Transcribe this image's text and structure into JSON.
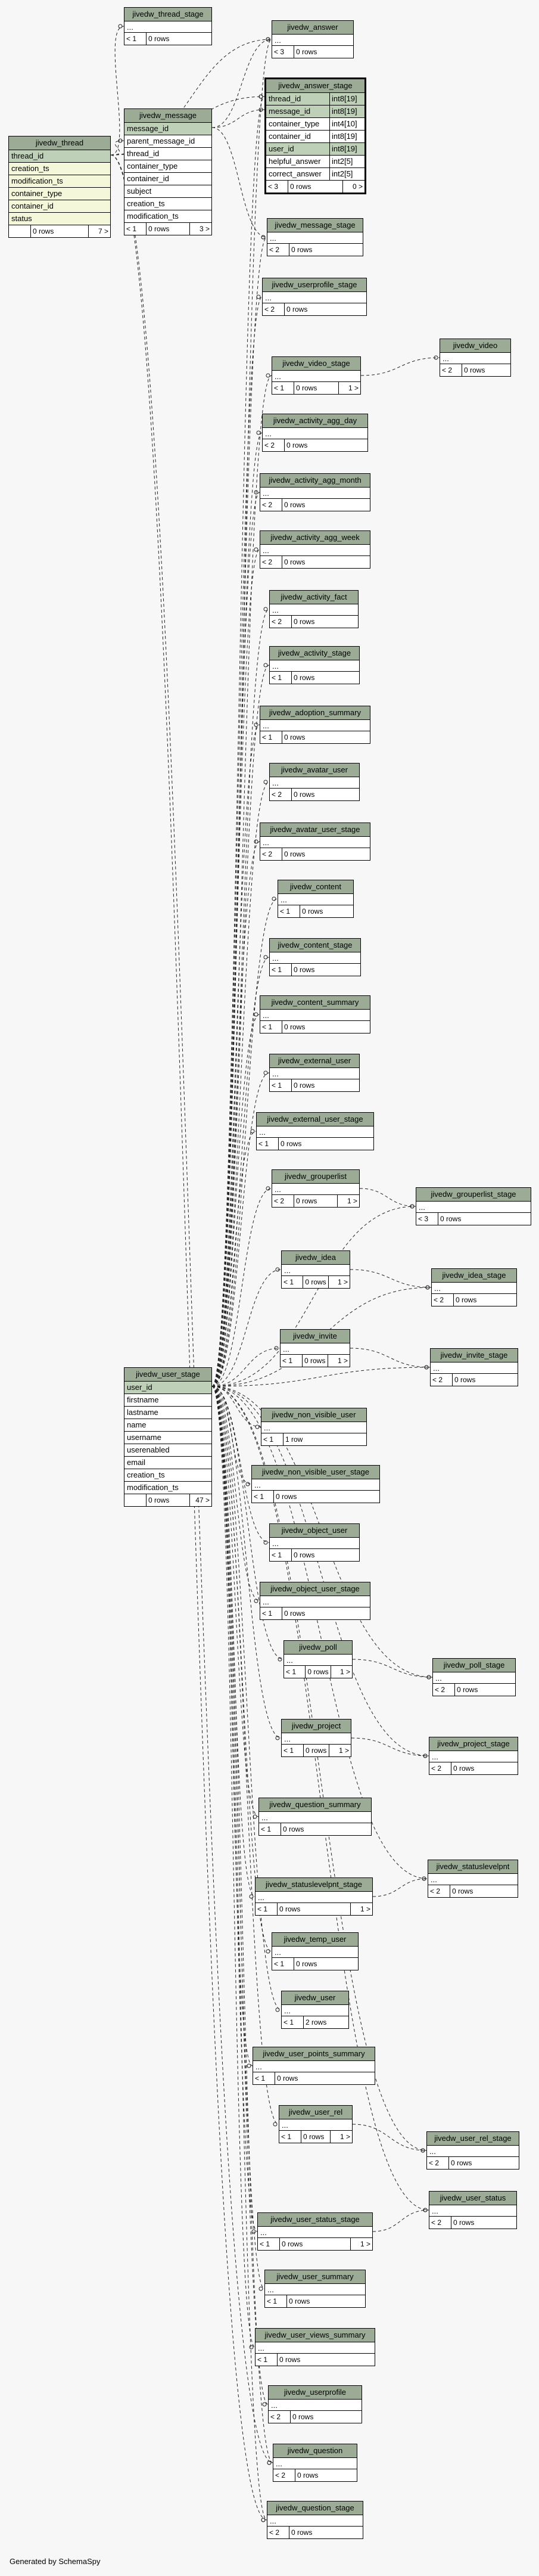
{
  "footer": "Generated by SchemaSpy",
  "tables": [
    {
      "id": "jivedw_thread",
      "title": "jivedw_thread",
      "rows": [
        {
          "name": "thread_id",
          "kind": "key"
        },
        {
          "name": "creation_ts",
          "kind": "fk"
        },
        {
          "name": "modification_ts",
          "kind": "fk"
        },
        {
          "name": "container_type",
          "kind": "fk"
        },
        {
          "name": "container_id",
          "kind": "fk"
        },
        {
          "name": "status",
          "kind": "fk"
        }
      ],
      "footer": [
        "",
        "0 rows",
        "7 >"
      ]
    },
    {
      "id": "jivedw_thread_stage",
      "title": "jivedw_thread_stage",
      "rows": [
        {
          "name": "...",
          "kind": "empty"
        }
      ],
      "footer": [
        "< 1",
        "0 rows",
        ""
      ]
    },
    {
      "id": "jivedw_message",
      "title": "jivedw_message",
      "rows": [
        {
          "name": "message_id",
          "kind": "key"
        },
        {
          "name": "parent_message_id",
          "kind": "attr"
        },
        {
          "name": "thread_id",
          "kind": "attr"
        },
        {
          "name": "container_type",
          "kind": "attr"
        },
        {
          "name": "container_id",
          "kind": "attr"
        },
        {
          "name": "subject",
          "kind": "attr"
        },
        {
          "name": "creation_ts",
          "kind": "attr"
        },
        {
          "name": "modification_ts",
          "kind": "attr"
        }
      ],
      "footer": [
        "< 1",
        "0 rows",
        "3 >"
      ]
    },
    {
      "id": "jivedw_answer",
      "title": "jivedw_answer",
      "rows": [
        {
          "name": "...",
          "kind": "empty"
        }
      ],
      "footer": [
        "< 3",
        "0 rows",
        ""
      ]
    },
    {
      "id": "jivedw_answer_stage",
      "title": "jivedw_answer_stage",
      "focus": true,
      "rows": [
        {
          "name": "thread_id",
          "kind": "key",
          "type": "int8[19]"
        },
        {
          "name": "message_id",
          "kind": "key",
          "type": "int8[19]"
        },
        {
          "name": "container_type",
          "kind": "attr",
          "type": "int4[10]"
        },
        {
          "name": "container_id",
          "kind": "attr",
          "type": "int8[19]"
        },
        {
          "name": "user_id",
          "kind": "key",
          "type": "int8[19]"
        },
        {
          "name": "helpful_answer",
          "kind": "attr",
          "type": "int2[5]"
        },
        {
          "name": "correct_answer",
          "kind": "attr",
          "type": "int2[5]"
        }
      ],
      "footer": [
        "< 3",
        "0 rows",
        "0 >"
      ]
    },
    {
      "id": "jivedw_message_stage",
      "title": "jivedw_message_stage",
      "rows": [
        {
          "name": "...",
          "kind": "empty"
        }
      ],
      "footer": [
        "< 2",
        "0 rows",
        ""
      ]
    },
    {
      "id": "jivedw_userprofile_stage",
      "title": "jivedw_userprofile_stage",
      "rows": [
        {
          "name": "...",
          "kind": "empty"
        }
      ],
      "footer": [
        "< 2",
        "0 rows",
        ""
      ]
    },
    {
      "id": "jivedw_video_stage",
      "title": "jivedw_video_stage",
      "rows": [
        {
          "name": "...",
          "kind": "empty"
        }
      ],
      "footer": [
        "< 1",
        "0 rows",
        "1 >"
      ]
    },
    {
      "id": "jivedw_video",
      "title": "jivedw_video",
      "rows": [
        {
          "name": "...",
          "kind": "empty"
        }
      ],
      "footer": [
        "< 2",
        "0 rows",
        ""
      ]
    },
    {
      "id": "jivedw_activity_agg_day",
      "title": "jivedw_activity_agg_day",
      "rows": [
        {
          "name": "...",
          "kind": "empty"
        }
      ],
      "footer": [
        "< 2",
        "0 rows",
        ""
      ]
    },
    {
      "id": "jivedw_activity_agg_month",
      "title": "jivedw_activity_agg_month",
      "rows": [
        {
          "name": "...",
          "kind": "empty"
        }
      ],
      "footer": [
        "< 2",
        "0 rows",
        ""
      ]
    },
    {
      "id": "jivedw_activity_agg_week",
      "title": "jivedw_activity_agg_week",
      "rows": [
        {
          "name": "...",
          "kind": "empty"
        }
      ],
      "footer": [
        "< 2",
        "0 rows",
        ""
      ]
    },
    {
      "id": "jivedw_activity_fact",
      "title": "jivedw_activity_fact",
      "rows": [
        {
          "name": "...",
          "kind": "empty"
        }
      ],
      "footer": [
        "< 2",
        "0 rows",
        ""
      ]
    },
    {
      "id": "jivedw_activity_stage",
      "title": "jivedw_activity_stage",
      "rows": [
        {
          "name": "...",
          "kind": "empty"
        }
      ],
      "footer": [
        "< 1",
        "0 rows",
        ""
      ]
    },
    {
      "id": "jivedw_adoption_summary",
      "title": "jivedw_adoption_summary",
      "rows": [
        {
          "name": "...",
          "kind": "empty"
        }
      ],
      "footer": [
        "< 1",
        "0 rows",
        ""
      ]
    },
    {
      "id": "jivedw_avatar_user",
      "title": "jivedw_avatar_user",
      "rows": [
        {
          "name": "...",
          "kind": "empty"
        }
      ],
      "footer": [
        "< 2",
        "0 rows",
        ""
      ]
    },
    {
      "id": "jivedw_avatar_user_stage",
      "title": "jivedw_avatar_user_stage",
      "rows": [
        {
          "name": "...",
          "kind": "empty"
        }
      ],
      "footer": [
        "< 2",
        "0 rows",
        ""
      ]
    },
    {
      "id": "jivedw_content",
      "title": "jivedw_content",
      "rows": [
        {
          "name": "...",
          "kind": "empty"
        }
      ],
      "footer": [
        "< 1",
        "0 rows",
        ""
      ]
    },
    {
      "id": "jivedw_content_stage",
      "title": "jivedw_content_stage",
      "rows": [
        {
          "name": "...",
          "kind": "empty"
        }
      ],
      "footer": [
        "< 1",
        "0 rows",
        ""
      ]
    },
    {
      "id": "jivedw_content_summary",
      "title": "jivedw_content_summary",
      "rows": [
        {
          "name": "...",
          "kind": "empty"
        }
      ],
      "footer": [
        "< 1",
        "0 rows",
        ""
      ]
    },
    {
      "id": "jivedw_external_user",
      "title": "jivedw_external_user",
      "rows": [
        {
          "name": "...",
          "kind": "empty"
        }
      ],
      "footer": [
        "< 1",
        "0 rows",
        ""
      ]
    },
    {
      "id": "jivedw_external_user_stage",
      "title": "jivedw_external_user_stage",
      "rows": [
        {
          "name": "...",
          "kind": "empty"
        }
      ],
      "footer": [
        "< 1",
        "0 rows",
        ""
      ]
    },
    {
      "id": "jivedw_grouperlist",
      "title": "jivedw_grouperlist",
      "rows": [
        {
          "name": "...",
          "kind": "empty"
        }
      ],
      "footer": [
        "< 2",
        "0 rows",
        "1 >"
      ]
    },
    {
      "id": "jivedw_grouperlist_stage",
      "title": "jivedw_grouperlist_stage",
      "rows": [
        {
          "name": "...",
          "kind": "empty"
        }
      ],
      "footer": [
        "< 3",
        "0 rows",
        ""
      ]
    },
    {
      "id": "jivedw_idea",
      "title": "jivedw_idea",
      "rows": [
        {
          "name": "...",
          "kind": "empty"
        }
      ],
      "footer": [
        "< 1",
        "0 rows",
        "1 >"
      ]
    },
    {
      "id": "jivedw_idea_stage",
      "title": "jivedw_idea_stage",
      "rows": [
        {
          "name": "...",
          "kind": "empty"
        }
      ],
      "footer": [
        "< 2",
        "0 rows",
        ""
      ]
    },
    {
      "id": "jivedw_invite",
      "title": "jivedw_invite",
      "rows": [
        {
          "name": "...",
          "kind": "empty"
        }
      ],
      "footer": [
        "< 1",
        "0 rows",
        "1 >"
      ]
    },
    {
      "id": "jivedw_invite_stage",
      "title": "jivedw_invite_stage",
      "rows": [
        {
          "name": "...",
          "kind": "empty"
        }
      ],
      "footer": [
        "< 2",
        "0 rows",
        ""
      ]
    },
    {
      "id": "jivedw_user_stage",
      "title": "jivedw_user_stage",
      "rows": [
        {
          "name": "user_id",
          "kind": "key"
        },
        {
          "name": "firstname",
          "kind": "attr"
        },
        {
          "name": "lastname",
          "kind": "attr"
        },
        {
          "name": "name",
          "kind": "attr"
        },
        {
          "name": "username",
          "kind": "attr"
        },
        {
          "name": "userenabled",
          "kind": "attr"
        },
        {
          "name": "email",
          "kind": "attr"
        },
        {
          "name": "creation_ts",
          "kind": "attr"
        },
        {
          "name": "modification_ts",
          "kind": "attr"
        }
      ],
      "footer": [
        "",
        "0 rows",
        "47 >"
      ]
    },
    {
      "id": "jivedw_non_visible_user",
      "title": "jivedw_non_visible_user",
      "rows": [
        {
          "name": "...",
          "kind": "empty"
        }
      ],
      "footer": [
        "< 1",
        "1 row",
        ""
      ]
    },
    {
      "id": "jivedw_non_visible_user_stage",
      "title": "jivedw_non_visible_user_stage",
      "rows": [
        {
          "name": "...",
          "kind": "empty"
        }
      ],
      "footer": [
        "< 1",
        "0 rows",
        ""
      ]
    },
    {
      "id": "jivedw_object_user",
      "title": "jivedw_object_user",
      "rows": [
        {
          "name": "...",
          "kind": "empty"
        }
      ],
      "footer": [
        "< 1",
        "0 rows",
        ""
      ]
    },
    {
      "id": "jivedw_object_user_stage",
      "title": "jivedw_object_user_stage",
      "rows": [
        {
          "name": "...",
          "kind": "empty"
        }
      ],
      "footer": [
        "< 1",
        "0 rows",
        ""
      ]
    },
    {
      "id": "jivedw_poll",
      "title": "jivedw_poll",
      "rows": [
        {
          "name": "...",
          "kind": "empty"
        }
      ],
      "footer": [
        "< 1",
        "0 rows",
        "1 >"
      ]
    },
    {
      "id": "jivedw_poll_stage",
      "title": "jivedw_poll_stage",
      "rows": [
        {
          "name": "...",
          "kind": "empty"
        }
      ],
      "footer": [
        "< 2",
        "0 rows",
        ""
      ]
    },
    {
      "id": "jivedw_project",
      "title": "jivedw_project",
      "rows": [
        {
          "name": "...",
          "kind": "empty"
        }
      ],
      "footer": [
        "< 1",
        "0 rows",
        "1 >"
      ]
    },
    {
      "id": "jivedw_project_stage",
      "title": "jivedw_project_stage",
      "rows": [
        {
          "name": "...",
          "kind": "empty"
        }
      ],
      "footer": [
        "< 2",
        "0 rows",
        ""
      ]
    },
    {
      "id": "jivedw_question_summary",
      "title": "jivedw_question_summary",
      "rows": [
        {
          "name": "...",
          "kind": "empty"
        }
      ],
      "footer": [
        "< 1",
        "0 rows",
        ""
      ]
    },
    {
      "id": "jivedw_statuslevelpnt_stage",
      "title": "jivedw_statuslevelpnt_stage",
      "rows": [
        {
          "name": "...",
          "kind": "empty"
        }
      ],
      "footer": [
        "< 1",
        "0 rows",
        "1 >"
      ]
    },
    {
      "id": "jivedw_statuslevelpnt",
      "title": "jivedw_statuslevelpnt",
      "rows": [
        {
          "name": "...",
          "kind": "empty"
        }
      ],
      "footer": [
        "< 2",
        "0 rows",
        ""
      ]
    },
    {
      "id": "jivedw_temp_user",
      "title": "jivedw_temp_user",
      "rows": [
        {
          "name": "...",
          "kind": "empty"
        }
      ],
      "footer": [
        "< 1",
        "0 rows",
        ""
      ]
    },
    {
      "id": "jivedw_user",
      "title": "jivedw_user",
      "rows": [
        {
          "name": "...",
          "kind": "empty"
        }
      ],
      "footer": [
        "< 1",
        "2 rows",
        ""
      ]
    },
    {
      "id": "jivedw_user_points_summary",
      "title": "jivedw_user_points_summary",
      "rows": [
        {
          "name": "...",
          "kind": "empty"
        }
      ],
      "footer": [
        "< 1",
        "0 rows",
        ""
      ]
    },
    {
      "id": "jivedw_user_rel",
      "title": "jivedw_user_rel",
      "rows": [
        {
          "name": "...",
          "kind": "empty"
        }
      ],
      "footer": [
        "< 1",
        "0 rows",
        "1 >"
      ]
    },
    {
      "id": "jivedw_user_rel_stage",
      "title": "jivedw_user_rel_stage",
      "rows": [
        {
          "name": "...",
          "kind": "empty"
        }
      ],
      "footer": [
        "< 2",
        "0 rows",
        ""
      ]
    },
    {
      "id": "jivedw_user_status",
      "title": "jivedw_user_status",
      "rows": [
        {
          "name": "...",
          "kind": "empty"
        }
      ],
      "footer": [
        "< 2",
        "0 rows",
        ""
      ]
    },
    {
      "id": "jivedw_user_status_stage",
      "title": "jivedw_user_status_stage",
      "rows": [
        {
          "name": "...",
          "kind": "empty"
        }
      ],
      "footer": [
        "< 1",
        "0 rows",
        "1 >"
      ]
    },
    {
      "id": "jivedw_user_summary",
      "title": "jivedw_user_summary",
      "rows": [
        {
          "name": "...",
          "kind": "empty"
        }
      ],
      "footer": [
        "< 1",
        "0 rows",
        ""
      ]
    },
    {
      "id": "jivedw_user_views_summary",
      "title": "jivedw_user_views_summary",
      "rows": [
        {
          "name": "...",
          "kind": "empty"
        }
      ],
      "footer": [
        "< 1",
        "0 rows",
        ""
      ]
    },
    {
      "id": "jivedw_userprofile",
      "title": "jivedw_userprofile",
      "rows": [
        {
          "name": "...",
          "kind": "empty"
        }
      ],
      "footer": [
        "< 2",
        "0 rows",
        ""
      ]
    },
    {
      "id": "jivedw_question",
      "title": "jivedw_question",
      "rows": [
        {
          "name": "...",
          "kind": "empty"
        }
      ],
      "footer": [
        "< 2",
        "0 rows",
        ""
      ]
    },
    {
      "id": "jivedw_question_stage",
      "title": "jivedw_question_stage",
      "rows": [
        {
          "name": "...",
          "kind": "empty"
        }
      ],
      "footer": [
        "< 2",
        "0 rows",
        ""
      ]
    }
  ]
}
